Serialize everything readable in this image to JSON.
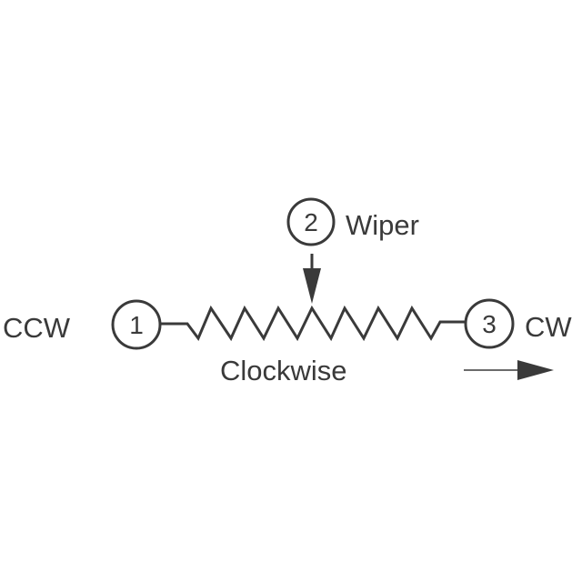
{
  "diagram": {
    "type": "potentiometer-schematic",
    "colors": {
      "ink": "#3a3a3a",
      "background": "#ffffff"
    },
    "terminals": [
      {
        "number": "1",
        "label": "CCW"
      },
      {
        "number": "2",
        "label": "Wiper"
      },
      {
        "number": "3",
        "label": "CW"
      }
    ],
    "direction_label": "Clockwise",
    "resistor_icon": "zigzag-resistor",
    "wiper_icon": "arrow-down-icon",
    "direction_icon": "arrow-right-icon"
  }
}
